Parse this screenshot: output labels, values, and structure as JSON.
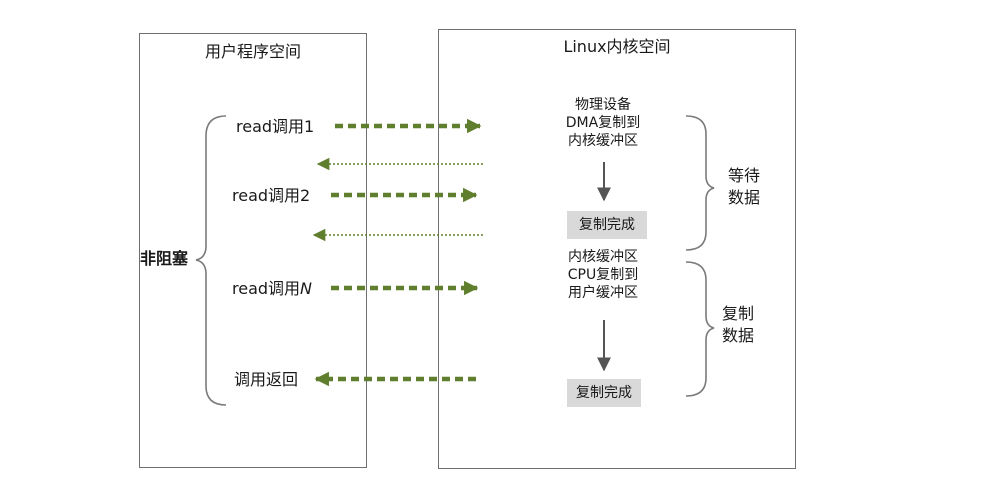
{
  "left_panel": {
    "title": "用户程序空间"
  },
  "right_panel": {
    "title": "Linux内核空间"
  },
  "nonblocking_label": "非阻塞",
  "calls": {
    "read1": "read调用1",
    "read2": "read调用2",
    "readN_prefix": "read调用",
    "readN_suffix": "N",
    "return": "调用返回"
  },
  "kernel": {
    "step1": [
      "物理设备",
      "DMA复制到",
      "内核缓冲区"
    ],
    "done1": "复制完成",
    "step2": [
      "内核缓冲区",
      "CPU复制到",
      "用户缓冲区"
    ],
    "done2": "复制完成"
  },
  "phases": {
    "wait": [
      "等待",
      "数据"
    ],
    "copy": [
      "复制",
      "数据"
    ]
  },
  "colors": {
    "arrow_green": "#5f7f2f",
    "border_gray": "#6f6f6f",
    "tag_bg": "#d9d9d9"
  }
}
